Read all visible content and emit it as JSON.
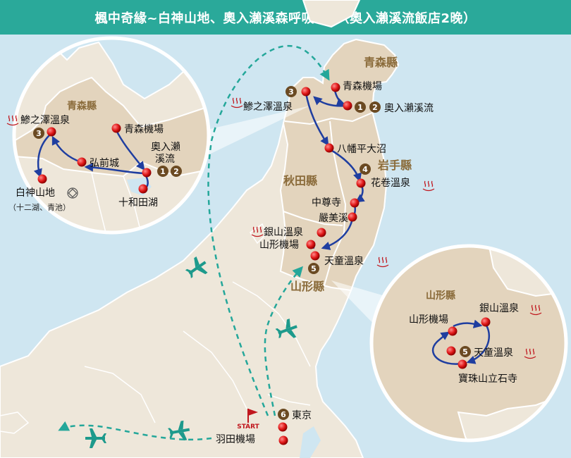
{
  "header": {
    "title": "楓中奇緣~白神山地、奧入瀨溪森呼吸7日（奧入瀨溪流飯店2晚）"
  },
  "colors": {
    "header": "#2aa99a",
    "sea": "#cfe6f1",
    "land": "#eee7da",
    "highlight_land": "#e3d4bd",
    "route": "#1f3ea0",
    "flight": "#24a79a",
    "day_badge": "#6b4a22"
  },
  "main_map": {
    "prefectures": {
      "aomori": "青森縣",
      "iwate": "岩手縣",
      "akita": "秋田縣",
      "yamagata": "山形縣"
    },
    "places": {
      "aomori_airport": "青森機場",
      "oirase": "奧入瀨溪流",
      "nyuto": "鯵之澤溫泉",
      "hachimantai": "八幡平大沼",
      "hanamaki": "花卷溫泉",
      "chusonji": "中尊寺",
      "genbikei": "嚴美溪",
      "ginzan": "銀山溫泉",
      "yamagata_airport": "山形機場",
      "tendo": "天童溫泉",
      "tokyo": "東京",
      "haneda": "羽田機場",
      "start": "START"
    },
    "days": {
      "d1": "1",
      "d2": "2",
      "d3": "3",
      "d4": "4",
      "d5": "5",
      "d6": "6"
    }
  },
  "inset_aomori": {
    "prefecture": "青森縣",
    "places": {
      "ajigasawa": "鯵之澤溫泉",
      "aomori_airport": "青森機場",
      "hirosaki": "弘前城",
      "oirase_line1": "奧入瀨",
      "oirase_line2": "溪流",
      "towada": "十和田湖",
      "shirakami": "白神山地",
      "shirakami_note": "（十二湖、青池）"
    },
    "days": {
      "d1": "1",
      "d2": "2",
      "d3": "3"
    }
  },
  "inset_yamagata": {
    "prefecture": "山形縣",
    "places": {
      "ginzan": "銀山溫泉",
      "yamagata_airport": "山形機場",
      "tendo": "天童溫泉",
      "yamadera": "寶珠山立石寺"
    },
    "days": {
      "d5": "5"
    }
  },
  "icons": [
    "hot-spring-icon",
    "airplane-icon",
    "start-flag-icon",
    "heritage-icon",
    "day-badge-icon",
    "location-pin-icon"
  ]
}
